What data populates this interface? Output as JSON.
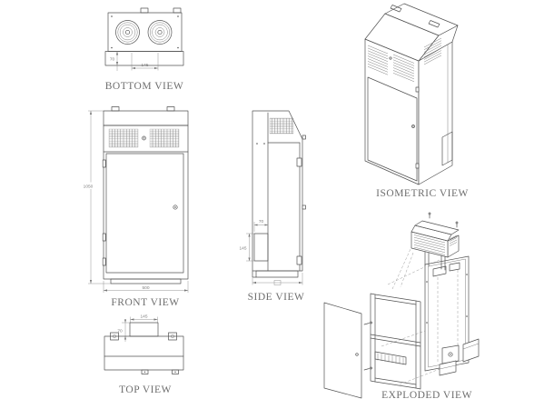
{
  "colors": {
    "background": "#ffffff",
    "line": "#525252",
    "label": "#6e6e6e",
    "dim_text": "#7f7f7f"
  },
  "views": {
    "bottom_view": {
      "label": "BOTTOM VIEW",
      "dim_offset": "70",
      "dim_spacing": "145"
    },
    "front_view": {
      "label": "FRONT VIEW",
      "dim_height": "1050",
      "dim_width": "500"
    },
    "side_view": {
      "label": "SIDE VIEW",
      "dim_offset": "70",
      "dim_cutout": "145"
    },
    "top_view": {
      "label": "TOP VIEW",
      "dim_width": "145",
      "dim_depth": "70"
    },
    "isometric_view": {
      "label": "ISOMETRIC VIEW"
    },
    "exploded_view": {
      "label": "EXPLODED VIEW"
    }
  }
}
